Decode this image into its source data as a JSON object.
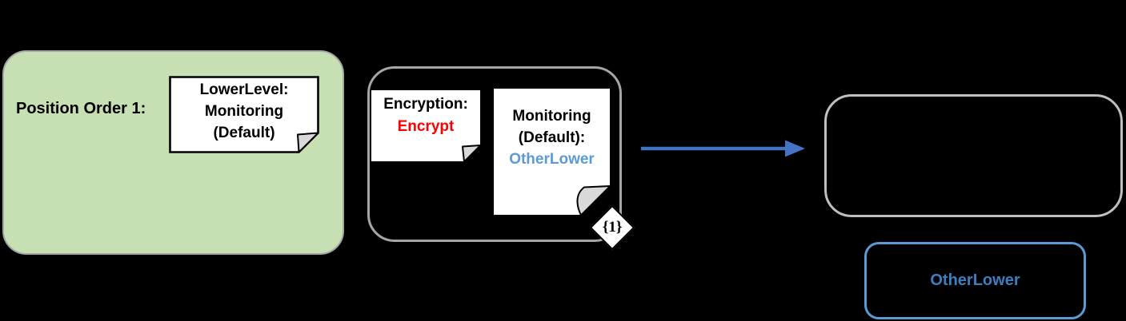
{
  "colors": {
    "background": "#000000",
    "green_fill": "#C6E0B4",
    "green_border": "#A6A6A6",
    "group_border": "#A6A6A6",
    "right_group_border": "#BFBFBF",
    "note_fill": "#FFFFFF",
    "note_border": "#000000",
    "fold_fill": "#D9D9D9",
    "text_black": "#000000",
    "text_red": "#FF0000",
    "text_light_blue": "#5B9BD5",
    "arrow_blue": "#4472C4",
    "otherlower_box_border": "#5B9BD5",
    "otherlower_box_text": "#3D7EBF"
  },
  "green_panel": {
    "label": "Position Order 1:",
    "note": {
      "line1": "LowerLevel:",
      "line2": "Monitoring",
      "line3": "(Default)"
    }
  },
  "middle_group": {
    "encryption_note": {
      "line1": "Encryption:",
      "line2": "Encrypt"
    },
    "monitoring_note": {
      "line1": "Monitoring",
      "line2": "(Default):",
      "line3": "OtherLower"
    },
    "cardinality_label": "{1}"
  },
  "right_group": {
    "otherlower_box_label": "OtherLower"
  }
}
